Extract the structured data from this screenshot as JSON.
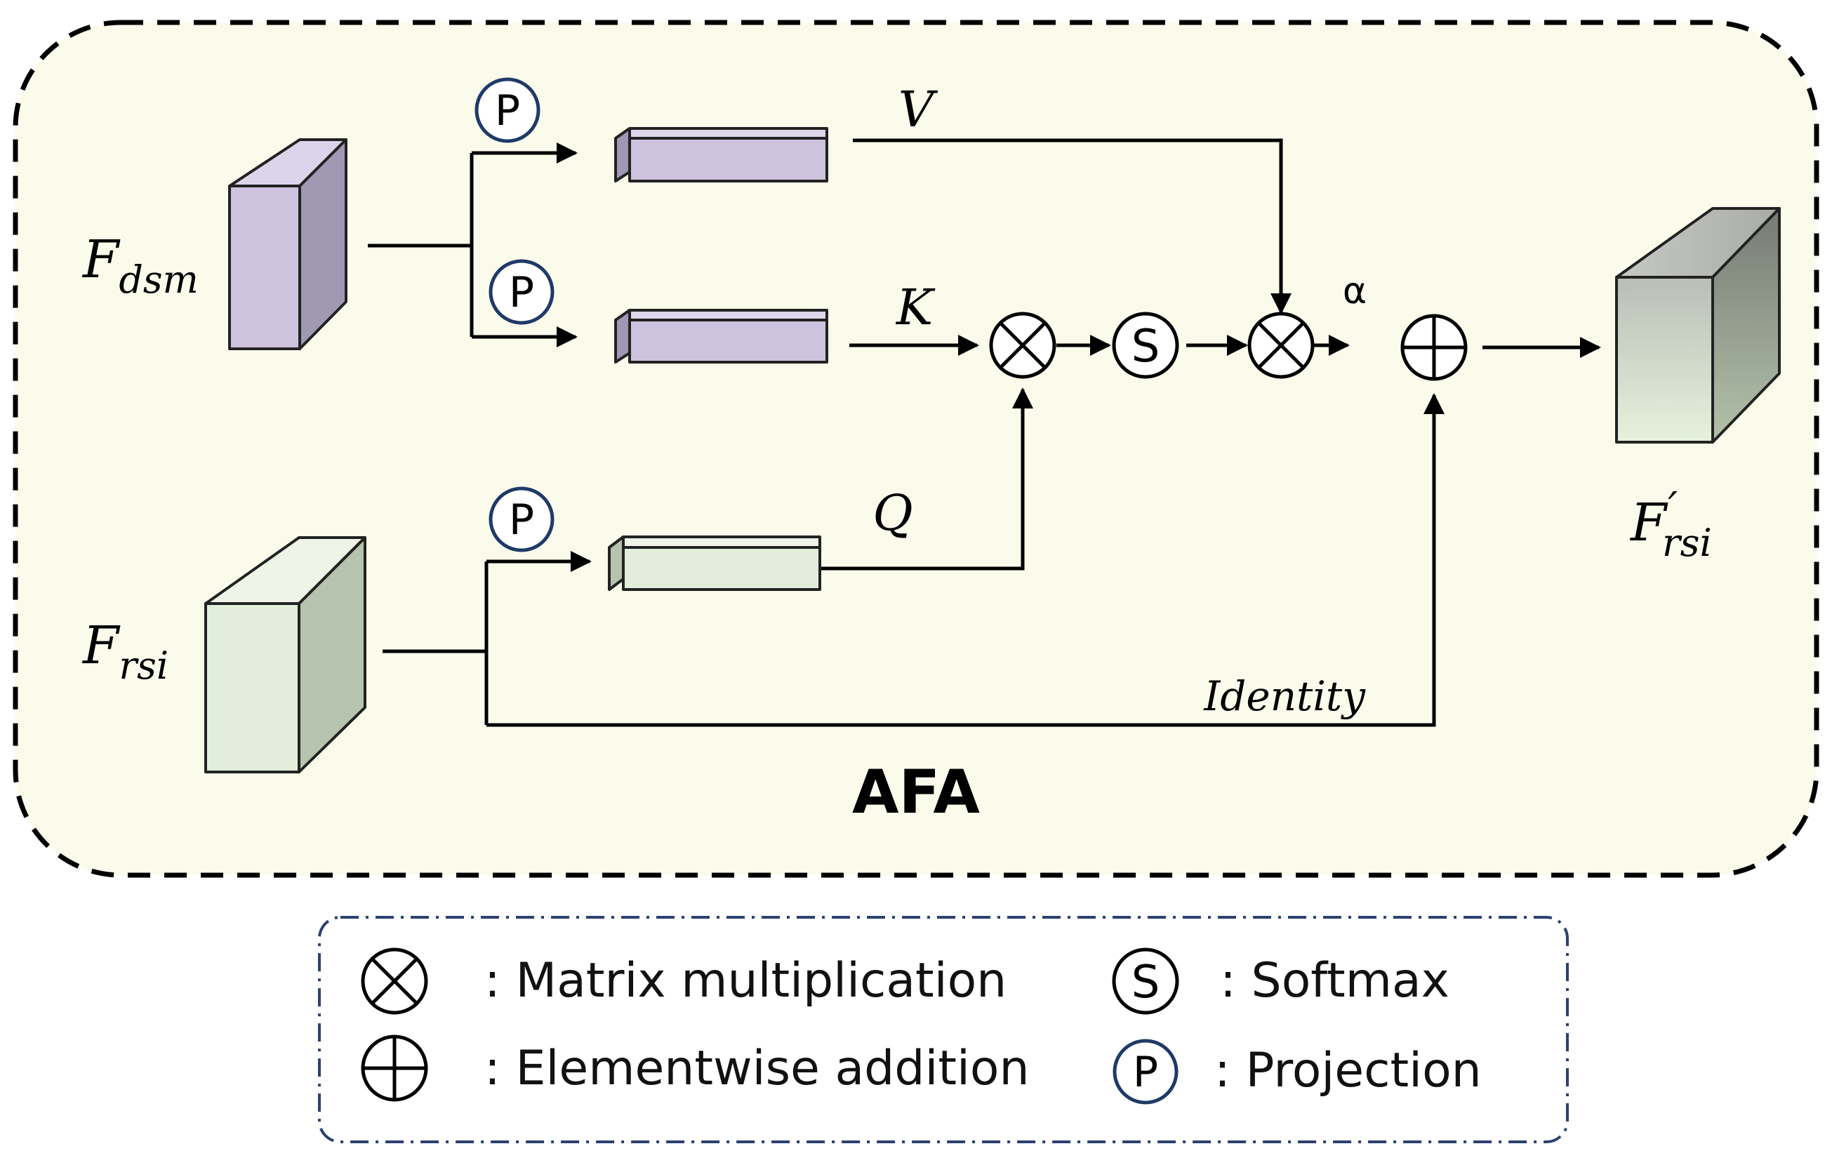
{
  "module": {
    "title": "AFA",
    "background_color": "#fbfbec"
  },
  "inputs": {
    "dsm_label": {
      "base": "F",
      "sub": "dsm"
    },
    "rsi_label": {
      "base": "F",
      "sub": "rsi"
    }
  },
  "output": {
    "label": {
      "base": "F",
      "prime": "′",
      "sub": "rsi"
    }
  },
  "branches": {
    "value_label": "V",
    "key_label": "K",
    "query_label": "Q",
    "identity_label": "Identity",
    "scale_label": "α"
  },
  "symbols": {
    "projection": "P",
    "softmax": "S"
  },
  "legend": {
    "matrix_multiplication": ": Matrix multiplication",
    "elementwise_addition": ": Elementwise addition",
    "softmax": ": Softmax",
    "projection": ": Projection"
  },
  "colors": {
    "dsm_block": "#cdc3de",
    "dsm_side": "#9f97b3",
    "rsi_block": "#e2eedb",
    "rsi_side": "#b6c3ae",
    "output_gradient_top": "#bfc4bc",
    "output_gradient_bottom": "#e5f1dc",
    "projection_ring": "#1f3a68",
    "legend_border": "#2c4170"
  }
}
